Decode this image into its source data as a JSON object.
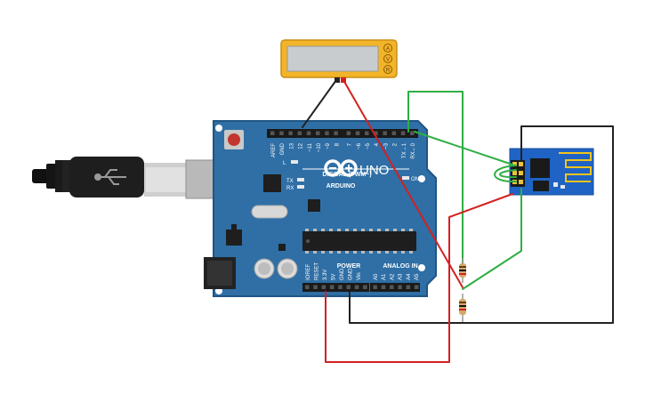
{
  "colors": {
    "board": "#2f6fa6",
    "board_edge": "#1f5584",
    "header": "#1a1a1a",
    "wire_red": "#d42020",
    "wire_black": "#222222",
    "wire_green": "#2fae44",
    "meter_body": "#f2b428",
    "meter_screen": "#c9cccf",
    "esp_board": "#1f63c5",
    "esp_chip": "#1a1a1a"
  },
  "board": {
    "digital_label": "DIGITAL (PWM~)",
    "analog_label": "ANALOG IN",
    "power_label": "POWER",
    "brand": "ARDUINO",
    "model": "UNO",
    "on_label": "ON",
    "led_l": "L",
    "led_tx": "TX",
    "led_rx": "RX",
    "digital_pins": [
      "AREF",
      "GND",
      "13",
      "12",
      "~11",
      "~10",
      "~9",
      "8",
      "7",
      "~6",
      "~5",
      "4",
      "~3",
      "2",
      "TX→1",
      "RX←0"
    ],
    "power_pins": [
      "IOREF",
      "RESET",
      "3.3V",
      "5V",
      "GND",
      "GND",
      "Vin"
    ],
    "analog_pins": [
      "A0",
      "A1",
      "A2",
      "A3",
      "A4",
      "A5"
    ]
  },
  "meter": {
    "knob_a": "A",
    "knob_v": "V",
    "knob_r": "R"
  }
}
